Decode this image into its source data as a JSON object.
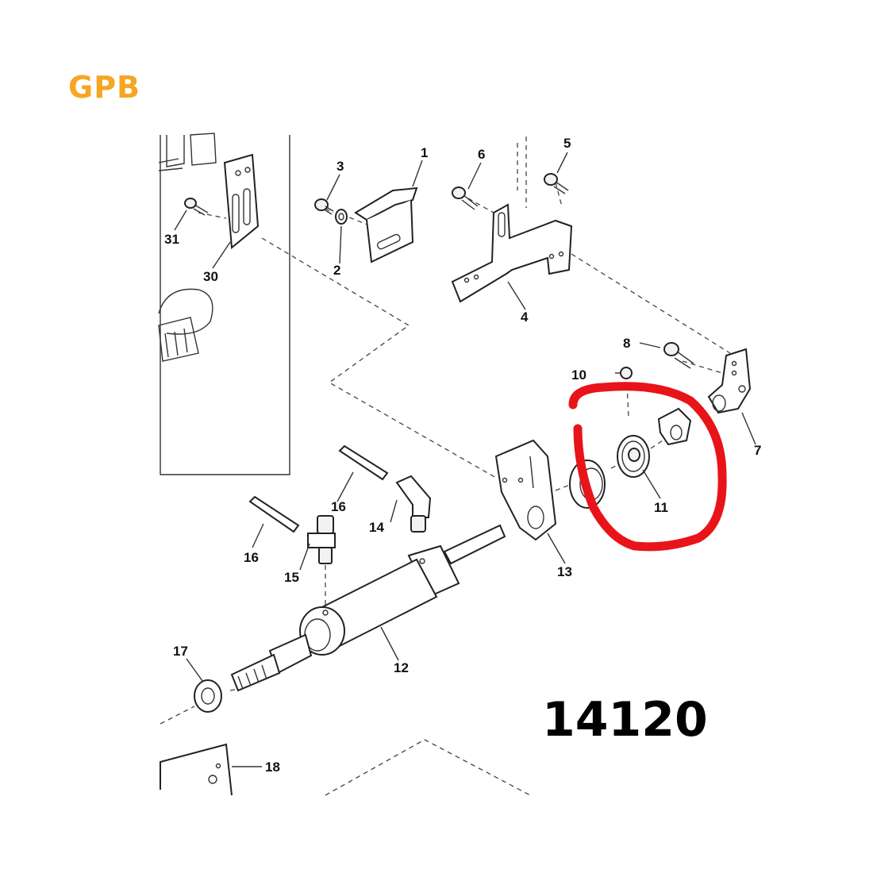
{
  "brand": {
    "label": "GPB",
    "color": "#F5A623"
  },
  "part_number": "14120",
  "highlight": {
    "color": "#E8141A",
    "target_callout": "11"
  },
  "callouts": [
    {
      "id": "c1",
      "label": "1"
    },
    {
      "id": "c2",
      "label": "2"
    },
    {
      "id": "c3",
      "label": "3"
    },
    {
      "id": "c4",
      "label": "4"
    },
    {
      "id": "c5",
      "label": "5"
    },
    {
      "id": "c6",
      "label": "6"
    },
    {
      "id": "c7",
      "label": "7"
    },
    {
      "id": "c8",
      "label": "8"
    },
    {
      "id": "c10",
      "label": "10"
    },
    {
      "id": "c11",
      "label": "11"
    },
    {
      "id": "c12",
      "label": "12"
    },
    {
      "id": "c13",
      "label": "13"
    },
    {
      "id": "c14",
      "label": "14"
    },
    {
      "id": "c15",
      "label": "15"
    },
    {
      "id": "c16a",
      "label": "16"
    },
    {
      "id": "c16b",
      "label": "16"
    },
    {
      "id": "c17",
      "label": "17"
    },
    {
      "id": "c18",
      "label": "18"
    },
    {
      "id": "c30",
      "label": "30"
    },
    {
      "id": "c31",
      "label": "31"
    }
  ]
}
